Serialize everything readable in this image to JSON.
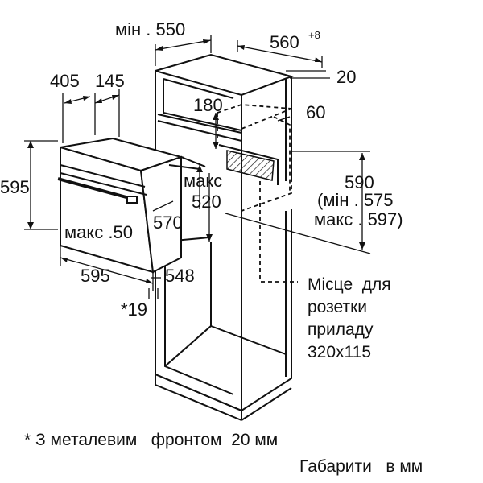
{
  "dimensions": {
    "min_width_label": "мін . 550",
    "depth_label": "560",
    "depth_tolerance": "+8",
    "top_gap": "20",
    "oven_offset_left": "405",
    "oven_offset_right": "145",
    "vent_180": "180",
    "vent_60": "60",
    "oven_height": "595",
    "max_520_line1": "макс",
    "max_520_line2": "520",
    "depth_570": "570",
    "max_50": "макс .50",
    "niche_590": "590",
    "niche_min": "(мін . 575",
    "niche_max": "макс . 597)",
    "oven_width": "595",
    "depth_548": "548",
    "front_19": "*19"
  },
  "socket": {
    "line1": "Місце  для",
    "line2": "розетки",
    "line3": "приладу",
    "line4": "320x115"
  },
  "footnote": "* З металевим   фронтом  20 мм",
  "units_note": "Габарити   в мм"
}
